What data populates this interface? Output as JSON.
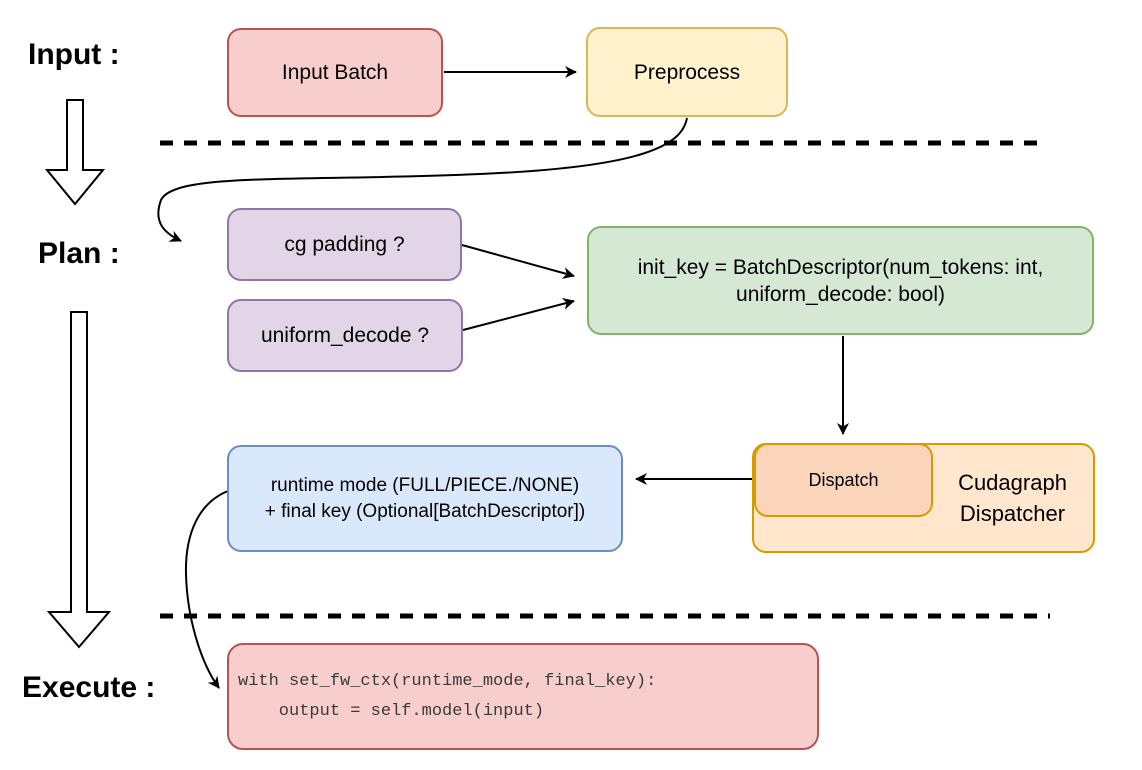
{
  "stage_labels": {
    "input": "Input :",
    "plan": "Plan :",
    "execute": "Execute :"
  },
  "nodes": {
    "input_batch": {
      "label": "Input Batch",
      "fill": "#f8cecc",
      "stroke": "#b85450"
    },
    "preprocess": {
      "label": "Preprocess",
      "fill": "#fff2cc",
      "stroke": "#d6b656"
    },
    "cg_padding": {
      "label": "cg padding ?",
      "fill": "#e1d5e7",
      "stroke": "#9673a6"
    },
    "uniform_decode": {
      "label": "uniform_decode ?",
      "fill": "#e1d5e7",
      "stroke": "#9673a6"
    },
    "init_key": {
      "lines": [
        "init_key = BatchDescriptor(num_tokens: int,",
        "uniform_decode: bool)"
      ],
      "fill": "#d5e8d4",
      "stroke": "#82b366"
    },
    "runtime_mode": {
      "lines": [
        "runtime mode (FULL/PIECE./NONE)",
        "+ final key (Optional[BatchDescriptor])"
      ],
      "fill": "#dae8fc",
      "stroke": "#6c8ebf"
    },
    "dispatch": {
      "label": "Dispatch",
      "fill": "#fbd5ba",
      "stroke": "#d79b00"
    },
    "cudagraph_dispatcher": {
      "lines": [
        "Cudagraph",
        "Dispatcher"
      ],
      "fill": "#ffe6cc",
      "stroke": "#d79b00"
    },
    "execute_code": {
      "lines": [
        "with set_fw_ctx(runtime_mode, final_key):",
        "    output = self.model(input)"
      ],
      "fill": "#f8cecc",
      "stroke": "#b85450"
    }
  },
  "connector_color": "#000000"
}
